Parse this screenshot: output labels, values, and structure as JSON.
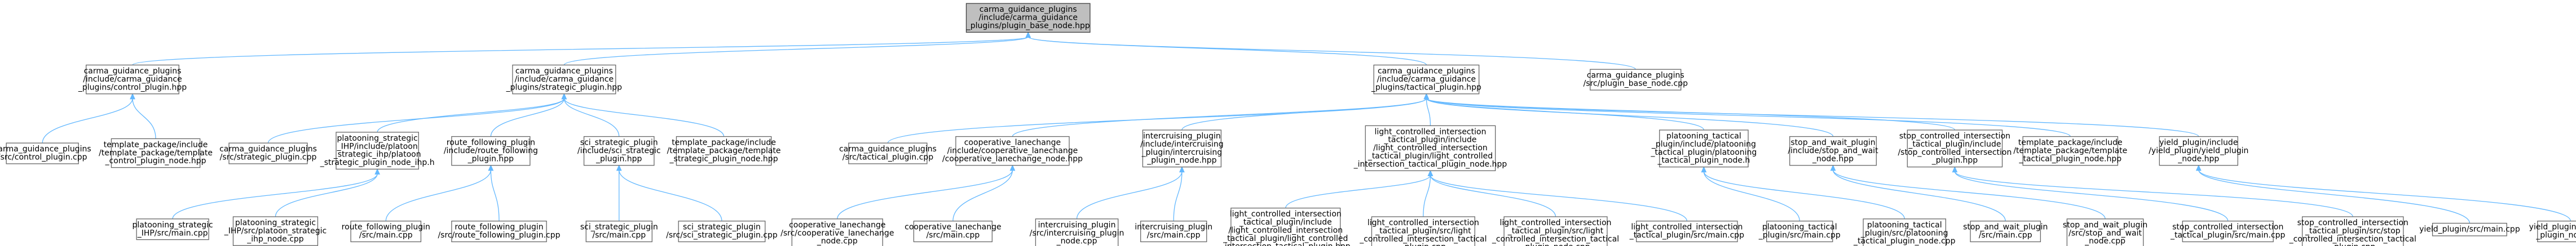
{
  "diagram": {
    "kind": "include-dependency-graph",
    "colors": {
      "edge": "#63b8ff",
      "root_fill": "#bfbfbf",
      "node_fill": "#ffffff",
      "node_border": "#666666",
      "text": "#000000"
    },
    "nodes": [
      {
        "id": "root",
        "lines": [
          "carma_guidance_plugins",
          "/include/carma_guidance",
          "_plugins/plugin_base_node.hpp"
        ]
      },
      {
        "id": "control_hpp",
        "lines": [
          "carma_guidance_plugins",
          "/include/carma_guidance",
          "_plugins/control_plugin.hpp"
        ]
      },
      {
        "id": "strategic_hpp",
        "lines": [
          "carma_guidance_plugins",
          "/include/carma_guidance",
          "_plugins/strategic_plugin.hpp"
        ]
      },
      {
        "id": "tactical_hpp",
        "lines": [
          "carma_guidance_plugins",
          "/include/carma_guidance",
          "_plugins/tactical_plugin.hpp"
        ]
      },
      {
        "id": "plugin_base_cpp",
        "lines": [
          "carma_guidance_plugins",
          "/src/plugin_base_node.cpp"
        ]
      },
      {
        "id": "control_cpp",
        "lines": [
          "carma_guidance_plugins",
          "/src/control_plugin.cpp"
        ]
      },
      {
        "id": "tpl_control_hpp",
        "lines": [
          "template_package/include",
          "/template_package/template",
          "_control_plugin_node.hpp"
        ]
      },
      {
        "id": "strategic_cpp",
        "lines": [
          "carma_guidance_plugins",
          "/src/strategic_plugin.cpp"
        ]
      },
      {
        "id": "platooning_strategic_hpp",
        "lines": [
          "platooning_strategic",
          "_IHP/include/platoon",
          "_strategic_ihp/platoon",
          "_strategic_plugin_node_ihp.h"
        ]
      },
      {
        "id": "route_following_hpp",
        "lines": [
          "route_following_plugin",
          "/include/route_following",
          "_plugin.hpp"
        ]
      },
      {
        "id": "sci_strategic_hpp",
        "lines": [
          "sci_strategic_plugin",
          "/include/sci_strategic",
          "_plugin.hpp"
        ]
      },
      {
        "id": "tpl_strategic_hpp",
        "lines": [
          "template_package/include",
          "/template_package/template",
          "_strategic_plugin_node.hpp"
        ]
      },
      {
        "id": "tactical_cpp",
        "lines": [
          "carma_guidance_plugins",
          "/src/tactical_plugin.cpp"
        ]
      },
      {
        "id": "coop_lc_hpp",
        "lines": [
          "cooperative_lanechange",
          "/include/cooperative_lanechange",
          "/cooperative_lanechange_node.hpp"
        ]
      },
      {
        "id": "intercruise_hpp",
        "lines": [
          "intercruising_plugin",
          "/include/intercruising",
          "_plugin/intercruising",
          "_plugin_node.hpp"
        ]
      },
      {
        "id": "lci_tactical_hpp",
        "lines": [
          "light_controlled_intersection",
          "_tactical_plugin/include",
          "/light_controlled_intersection",
          "_tactical_plugin/light_controlled",
          "_intersection_tactical_plugin_node.hpp"
        ]
      },
      {
        "id": "platoon_tactical_hpp",
        "lines": [
          "platooning_tactical",
          "_plugin/include/platooning",
          "_tactical_plugin/platooning",
          "_tactical_plugin_node.h"
        ]
      },
      {
        "id": "stop_and_wait_hpp",
        "lines": [
          "stop_and_wait_plugin",
          "/include/stop_and_wait",
          "_node.hpp"
        ]
      },
      {
        "id": "stop_ci_hpp",
        "lines": [
          "stop_controlled_intersection",
          "_tactical_plugin/include",
          "/stop_controlled_intersection",
          "_plugin.hpp"
        ]
      },
      {
        "id": "tpl_tactical_hpp",
        "lines": [
          "template_package/include",
          "/template_package/template",
          "_tactical_plugin_node.hpp"
        ]
      },
      {
        "id": "yield_hpp",
        "lines": [
          "yield_plugin/include",
          "/yield_plugin/yield_plugin",
          "_node.hpp"
        ]
      },
      {
        "id": "platoon_strategic_main",
        "lines": [
          "platooning_strategic",
          "_IHP/src/main.cpp"
        ]
      },
      {
        "id": "platoon_strategic_node_cpp",
        "lines": [
          "platooning_strategic",
          "_IHP/src/platoon_strategic",
          "_ihp_node.cpp"
        ]
      },
      {
        "id": "route_following_main",
        "lines": [
          "route_following_plugin",
          "/src/main.cpp"
        ]
      },
      {
        "id": "route_following_plugin_cpp",
        "lines": [
          "route_following_plugin",
          "/src/route_following_plugin.cpp"
        ]
      },
      {
        "id": "sci_main",
        "lines": [
          "sci_strategic_plugin",
          "/src/main.cpp"
        ]
      },
      {
        "id": "sci_plugin_cpp",
        "lines": [
          "sci_strategic_plugin",
          "/src/sci_strategic_plugin.cpp"
        ]
      },
      {
        "id": "coop_lc_main",
        "lines": [
          "cooperative_lanechange",
          "/src/cooperative_lanechange",
          "_node.cpp"
        ]
      },
      {
        "id": "coop_lc_main2",
        "lines": [
          "cooperative_lanechange",
          "/src/main.cpp"
        ]
      },
      {
        "id": "intercruise_node_cpp",
        "lines": [
          "intercruising_plugin",
          "/src/intercruising_plugin",
          "_node.cpp"
        ]
      },
      {
        "id": "intercruise_main",
        "lines": [
          "intercruising_plugin",
          "/src/main.cpp"
        ]
      },
      {
        "id": "lci_include_hpp",
        "lines": [
          "light_controlled_intersection",
          "_tactical_plugin/include",
          "/light_controlled_intersection",
          "_tactical_plugin/light_controlled",
          "_intersection_tactical_plugin.hpp"
        ]
      },
      {
        "id": "lci_src_tactical_cpp",
        "lines": [
          "light_controlled_intersection",
          "_tactical_plugin/src/light",
          "_controlled_intersection_tactical",
          "_plugin.cpp"
        ]
      },
      {
        "id": "lci_src_node_cpp",
        "lines": [
          "light_controlled_intersection",
          "_tactical_plugin/src/light",
          "_controlled_intersection_tactical",
          "_plugin_node.cpp"
        ]
      },
      {
        "id": "lci_main",
        "lines": [
          "light_controlled_intersection",
          "_tactical_plugin/src/main.cpp"
        ]
      },
      {
        "id": "platoon_tactical_main",
        "lines": [
          "platooning_tactical",
          "_plugin/src/main.cpp"
        ]
      },
      {
        "id": "platoon_tactical_node_cpp",
        "lines": [
          "platooning_tactical",
          "_plugin/src/platooning",
          "_tactical_plugin_node.cpp"
        ]
      },
      {
        "id": "stop_and_wait_main",
        "lines": [
          "stop_and_wait_plugin",
          "/src/main.cpp"
        ]
      },
      {
        "id": "stop_and_wait_node_cpp",
        "lines": [
          "stop_and_wait_plugin",
          "/src/stop_and_wait",
          "_node.cpp"
        ]
      },
      {
        "id": "stop_ci_main",
        "lines": [
          "stop_controlled_intersection",
          "_tactical_plugin/src/main.cpp"
        ]
      },
      {
        "id": "stop_ci_plugin_cpp",
        "lines": [
          "stop_controlled_intersection",
          "_tactical_plugin/src/stop",
          "_controlled_intersection_tactical",
          "_plugin.cpp"
        ]
      },
      {
        "id": "yield_main",
        "lines": [
          "yield_plugin/src/main.cpp"
        ]
      },
      {
        "id": "yield_node_cpp",
        "lines": [
          "yield_plugin/src/yield",
          "_plugin_node.cpp"
        ]
      }
    ],
    "edges": [
      [
        "root",
        "control_hpp"
      ],
      [
        "root",
        "strategic_hpp"
      ],
      [
        "root",
        "tactical_hpp"
      ],
      [
        "root",
        "plugin_base_cpp"
      ],
      [
        "control_hpp",
        "control_cpp"
      ],
      [
        "control_hpp",
        "tpl_control_hpp"
      ],
      [
        "strategic_hpp",
        "strategic_cpp"
      ],
      [
        "strategic_hpp",
        "platooning_strategic_hpp"
      ],
      [
        "strategic_hpp",
        "route_following_hpp"
      ],
      [
        "strategic_hpp",
        "sci_strategic_hpp"
      ],
      [
        "strategic_hpp",
        "tpl_strategic_hpp"
      ],
      [
        "tactical_hpp",
        "tactical_cpp"
      ],
      [
        "tactical_hpp",
        "coop_lc_hpp"
      ],
      [
        "tactical_hpp",
        "intercruise_hpp"
      ],
      [
        "tactical_hpp",
        "lci_tactical_hpp"
      ],
      [
        "tactical_hpp",
        "platoon_tactical_hpp"
      ],
      [
        "tactical_hpp",
        "stop_and_wait_hpp"
      ],
      [
        "tactical_hpp",
        "stop_ci_hpp"
      ],
      [
        "tactical_hpp",
        "tpl_tactical_hpp"
      ],
      [
        "tactical_hpp",
        "yield_hpp"
      ],
      [
        "platooning_strategic_hpp",
        "platoon_strategic_main"
      ],
      [
        "platooning_strategic_hpp",
        "platoon_strategic_node_cpp"
      ],
      [
        "route_following_hpp",
        "route_following_main"
      ],
      [
        "route_following_hpp",
        "route_following_plugin_cpp"
      ],
      [
        "sci_strategic_hpp",
        "sci_main"
      ],
      [
        "sci_strategic_hpp",
        "sci_plugin_cpp"
      ],
      [
        "coop_lc_hpp",
        "coop_lc_main"
      ],
      [
        "coop_lc_hpp",
        "coop_lc_main2"
      ],
      [
        "intercruise_hpp",
        "intercruise_node_cpp"
      ],
      [
        "intercruise_hpp",
        "intercruise_main"
      ],
      [
        "lci_tactical_hpp",
        "lci_include_hpp"
      ],
      [
        "lci_tactical_hpp",
        "lci_src_tactical_cpp"
      ],
      [
        "lci_tactical_hpp",
        "lci_src_node_cpp"
      ],
      [
        "lci_tactical_hpp",
        "lci_main"
      ],
      [
        "platoon_tactical_hpp",
        "platoon_tactical_main"
      ],
      [
        "platoon_tactical_hpp",
        "platoon_tactical_node_cpp"
      ],
      [
        "stop_and_wait_hpp",
        "stop_and_wait_main"
      ],
      [
        "stop_and_wait_hpp",
        "stop_and_wait_node_cpp"
      ],
      [
        "stop_ci_hpp",
        "stop_ci_main"
      ],
      [
        "stop_ci_hpp",
        "stop_ci_plugin_cpp"
      ],
      [
        "yield_hpp",
        "yield_main"
      ],
      [
        "yield_hpp",
        "yield_node_cpp"
      ]
    ]
  }
}
